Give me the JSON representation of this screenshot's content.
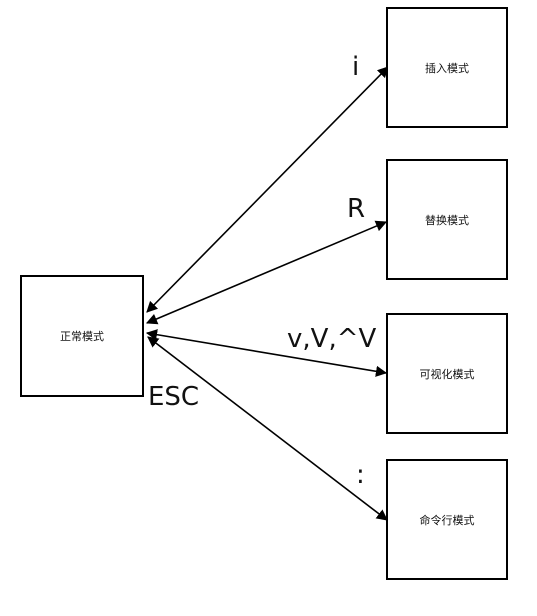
{
  "nodes": {
    "normal": "正常模式",
    "insert": "插入模式",
    "replace": "替换模式",
    "visual": "可视化模式",
    "command": "命令行模式"
  },
  "labels": {
    "insert_key": "i",
    "replace_key": "R",
    "visual_keys": "v,V,^V",
    "command_key": ":",
    "escape_key": "ESC"
  },
  "colors": {
    "line": "#000000",
    "background": "#ffffff"
  }
}
